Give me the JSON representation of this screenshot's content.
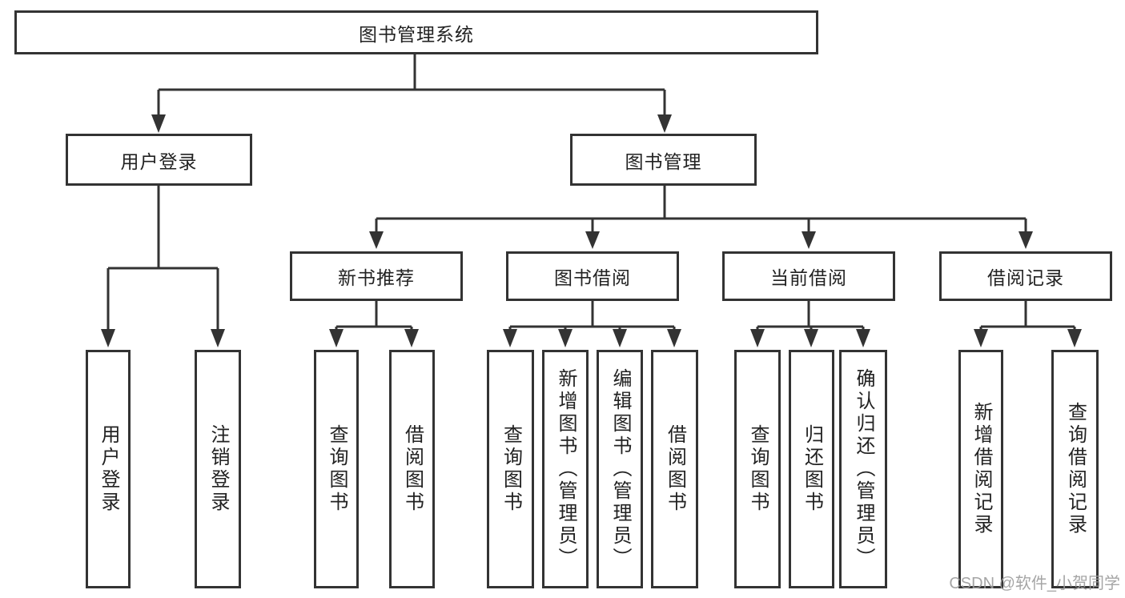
{
  "diagram": {
    "type": "hierarchy-tree",
    "root": {
      "label": "图书管理系统",
      "children": [
        {
          "label": "用户登录",
          "children": [
            {
              "label": "用户登录"
            },
            {
              "label": "注销登录"
            }
          ]
        },
        {
          "label": "图书管理",
          "children": [
            {
              "label": "新书推荐",
              "children": [
                {
                  "label": "查询图书"
                },
                {
                  "label": "借阅图书"
                }
              ]
            },
            {
              "label": "图书借阅",
              "children": [
                {
                  "label": "查询图书"
                },
                {
                  "label": "新增图书（管理员）"
                },
                {
                  "label": "编辑图书（管理员）"
                },
                {
                  "label": "借阅图书"
                }
              ]
            },
            {
              "label": "当前借阅",
              "children": [
                {
                  "label": "查询图书"
                },
                {
                  "label": "归还图书"
                },
                {
                  "label": "确认归还（管理员）"
                }
              ]
            },
            {
              "label": "借阅记录",
              "children": [
                {
                  "label": "新增借阅记录"
                },
                {
                  "label": "查询借阅记录"
                }
              ]
            }
          ]
        }
      ]
    },
    "watermark": "CSDN @软件_小贺同学",
    "colors": {
      "line": "#333333",
      "text": "#222222",
      "box_background": "#ffffff",
      "watermark": "#9c9c9c"
    }
  }
}
